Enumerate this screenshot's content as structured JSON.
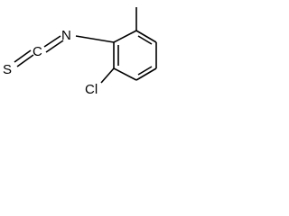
{
  "molecule": {
    "atoms": {
      "sulfur": "S",
      "carbon": "C",
      "nitrogen": "N",
      "chlorine": "Cl"
    }
  }
}
